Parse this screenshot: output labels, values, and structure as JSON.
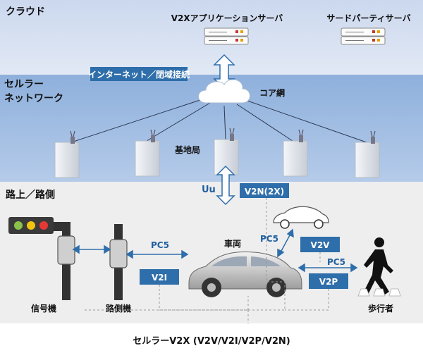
{
  "zones": {
    "cloud": "クラウド",
    "cellular_line1": "セルラー",
    "cellular_line2": "ネットワーク",
    "road": "路上／路側"
  },
  "servers": {
    "v2x_app": "V2Xアプリケーションサーバ",
    "third_party": "サードパーティサーバ"
  },
  "links": {
    "internet": "インターネット／閉域接続",
    "core_network": "コア網",
    "base_station": "基地局",
    "uu": "Uu",
    "pc5_infra": "PC5",
    "pc5_vehicle": "PC5",
    "pc5_pedestrian": "PC5"
  },
  "tags": {
    "v2n": "V2N(2X)",
    "v2i": "V2I",
    "v2v": "V2V",
    "v2p": "V2P"
  },
  "entities": {
    "signal": "信号機",
    "roadside": "路側機",
    "vehicle": "車両",
    "pedestrian": "歩行者"
  },
  "footer": "セルラーV2X (V2V/V2I/V2P/V2N)",
  "colors": {
    "cloud_band": "#dde6f4",
    "cellular_band": "#9ab8df",
    "road_band": "#efefef",
    "tag_fill": "#2e6eaa",
    "arrow_fill": "#ffffff",
    "arrow_stroke": "#2e6eaa"
  }
}
